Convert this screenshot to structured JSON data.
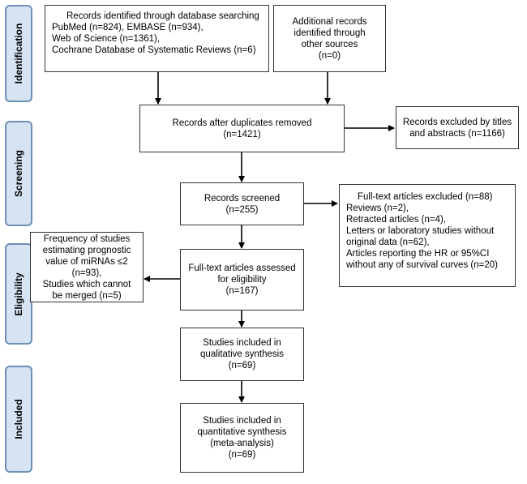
{
  "stages": {
    "identification": "Identification",
    "screening": "Screening",
    "eligibility": "Eligibility",
    "included": "Included"
  },
  "boxes": {
    "db_search": {
      "lines": [
        "Records identified through database searching",
        "PubMed (n=824), EMBASE (n=934),",
        "Web of Science (n=1361),",
        "Cochrane Database of Systematic Reviews (n=6)"
      ]
    },
    "other_sources": {
      "lines": [
        "Additional records",
        "identified through",
        "other sources",
        "(n=0)"
      ]
    },
    "duplicates_removed": {
      "lines": [
        "Records after duplicates removed",
        "(n=1421)"
      ]
    },
    "excluded_titles": {
      "lines": [
        "Records excluded by titles",
        "and abstracts (n=1166)"
      ]
    },
    "screened": {
      "lines": [
        "Records screened",
        "(n=255)"
      ]
    },
    "fulltext_excluded": {
      "lines": [
        "Full-text articles excluded (n=88)",
        "Reviews (n=2),",
        "Retracted articles (n=4),",
        "Letters or laboratory studies without",
        "original data (n=62),",
        "Articles reporting the HR or 95%CI",
        "without any of survival curves (n=20)"
      ]
    },
    "eligibility_excluded": {
      "lines": [
        "Frequency of studies",
        "estimating  prognostic",
        "value of miRNAs ≤2",
        "(n=93),",
        "Studies which cannot",
        "be merged (n=5)"
      ]
    },
    "assessed": {
      "lines": [
        "Full-text articles assessed",
        "for eligibility",
        "(n=167)"
      ]
    },
    "qualitative": {
      "lines": [
        "Studies included in",
        "qualitative synthesis",
        "(n=69)"
      ]
    },
    "quantitative": {
      "lines": [
        "Studies included in",
        "quantitative synthesis",
        "(meta-analysis)",
        "(n=69)"
      ]
    }
  }
}
